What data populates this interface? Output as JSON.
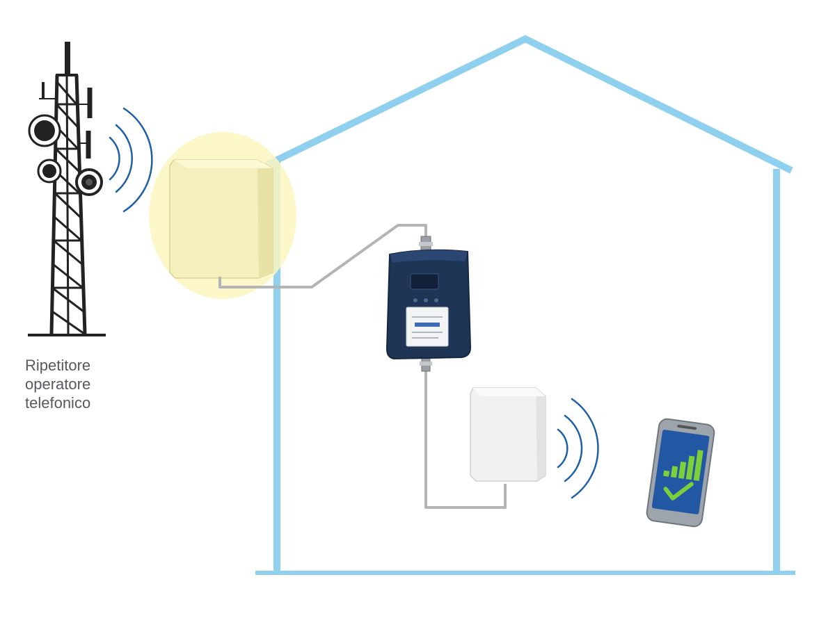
{
  "labels": {
    "tower_line1": "Ripetitore",
    "tower_line2": "operatore",
    "tower_line3": "telefonico"
  },
  "colors": {
    "house_outline": "#8fd0ee",
    "signal_wave": "#1f5fa8",
    "cable": "#b4b4b4",
    "outdoor_highlight": "#fbf6bf",
    "outdoor_antenna": "#f4efbc",
    "indoor_antenna": "#f1f1f1",
    "repeater_body": "#1e3556",
    "phone_signal": "#7ccf3a",
    "tower": "#222222"
  },
  "icons": {
    "tower": "cell-tower-icon",
    "outdoor_antenna": "panel-antenna-icon",
    "repeater": "signal-repeater-icon",
    "indoor_antenna": "panel-antenna-icon",
    "phone": "smartphone-full-signal-icon"
  }
}
